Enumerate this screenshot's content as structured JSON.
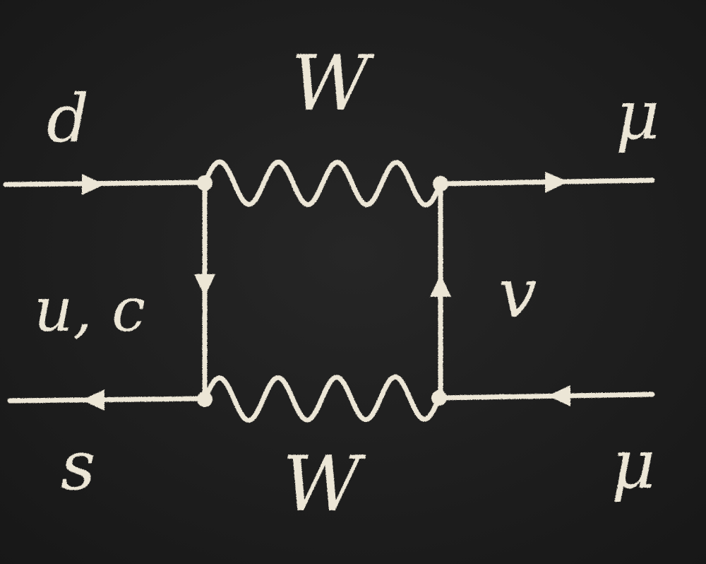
{
  "diagram": {
    "labels": {
      "top_left_quark": "d",
      "bottom_left_quark": "s",
      "loop_left_quarks": "u, c",
      "top_boson": "W",
      "bottom_boson": "W",
      "top_right_lepton": "μ",
      "bottom_right_lepton": "μ",
      "loop_right_neutrino": "v"
    },
    "colors": {
      "board": "#1e1e1e",
      "chalk": "#ece6d6"
    }
  }
}
